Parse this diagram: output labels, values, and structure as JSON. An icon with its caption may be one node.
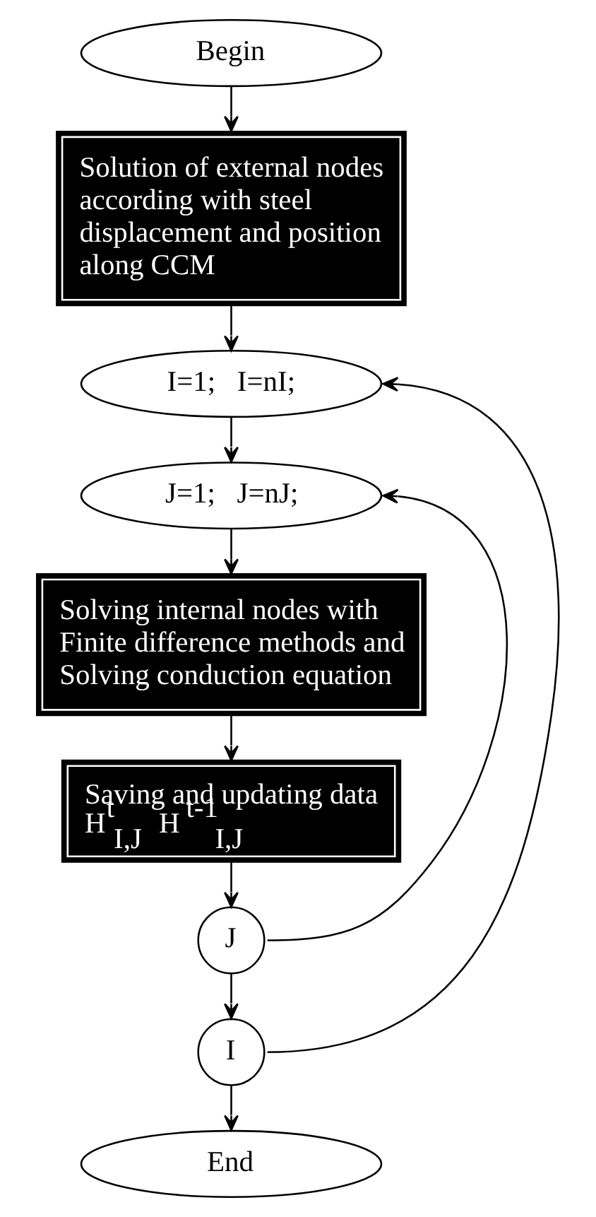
{
  "diagram": {
    "nodes": [
      {
        "text": [
          "Begin"
        ]
      },
      {
        "text": [
          "Solution of external nodes according with steel displacement and position along CCM"
        ]
      },
      {
        "text": [
          "I=1;   I=nI;"
        ]
      },
      {
        "text": [
          "J=1;   J=nJ;"
        ]
      },
      {
        "text": [
          "Solving internal nodes with Finite difference methods and Solving conduction equation"
        ]
      },
      {
        "text": [
          "Saving and updating data",
          "H$^{t}$$_{I,J}$    H$^{t-1}$$_{I,J}$"
        ]
      },
      {
        "text": [
          "J"
        ]
      },
      {
        "text": [
          "I"
        ]
      },
      {
        "text": [
          "End"
        ]
      }
    ],
    "edges": [
      {
        "from": 0,
        "to": 1,
        "arrow": "to"
      },
      {
        "from": 1,
        "to": 2,
        "arrow": "to"
      },
      {
        "from": 2,
        "to": 3,
        "arrow": "to"
      },
      {
        "from": 3,
        "to": 4,
        "arrow": "to"
      },
      {
        "from": 4,
        "to": 5,
        "arrow": "to"
      },
      {
        "from": 5,
        "to": 6,
        "arrow": "to"
      },
      {
        "from": 6,
        "to": 3,
        "arrow": "to"
      },
      {
        "from": 6,
        "to": 7,
        "arrow": "to"
      },
      {
        "from": 7,
        "to": 2,
        "arrow": "to"
      },
      {
        "from": 7,
        "to": 8,
        "arrow": "to"
      }
    ]
  }
}
